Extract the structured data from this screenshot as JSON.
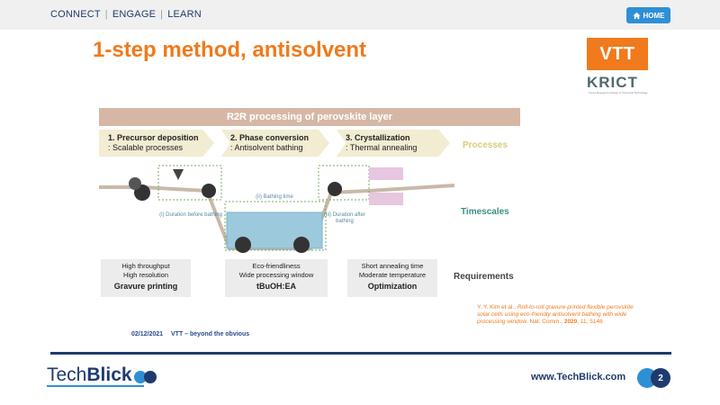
{
  "nav": {
    "items": [
      "CONNECT",
      "ENGAGE",
      "LEARN"
    ],
    "home_label": "HOME"
  },
  "slide": {
    "title": "1-step method, antisolvent"
  },
  "logos": {
    "vtt": "VTT",
    "krict": "KRICT",
    "krict_sub": "Korea Research Institute of Chemical Technology"
  },
  "figure": {
    "header": "R2R processing of perovskite layer",
    "steps": [
      {
        "title": "1. Precursor deposition",
        "sub": ": Scalable processes"
      },
      {
        "title": "2. Phase conversion",
        "sub": ": Antisolvent bathing"
      },
      {
        "title": "3. Crystallization",
        "sub": ": Thermal annealing"
      }
    ],
    "side_labels": {
      "processes": "Processes",
      "timescales": "Timescales",
      "requirements": "Requirements"
    },
    "timescale_notes": {
      "before": "(i) Duration before bathing",
      "bathing": "(ii) Bathing time",
      "after": "(iii) Duration after bathing"
    },
    "requirements": [
      {
        "line1": "High throughput",
        "line2": "High resolution",
        "main": "Gravure printing"
      },
      {
        "line1": "Eco-friendliness",
        "line2": "Wide processing window",
        "main": "tBuOH:EA"
      },
      {
        "line1": "Short annealing time",
        "line2": "Moderate temperature",
        "main": "Optimization"
      }
    ]
  },
  "citation": {
    "authors": "Y. Y. Kim et al., ",
    "title": "Roll-to-roll gravure-printed flexible perovskite solar cells using eco-friendly antisolvent bathing with wide processing window",
    "journal": ". Nat. Comm., ",
    "year": "2020",
    "rest": ", 11, 5146"
  },
  "footer": {
    "date": "02/12/2021",
    "tagline": "VTT – beyond the obvious",
    "brand_tech": "Tech",
    "brand_blick": "Blick",
    "site": "www.TechBlick.com",
    "page": "2"
  },
  "colors": {
    "accent_orange": "#f07a1c",
    "navy": "#1f3b6e",
    "blue": "#2f8fd6"
  }
}
